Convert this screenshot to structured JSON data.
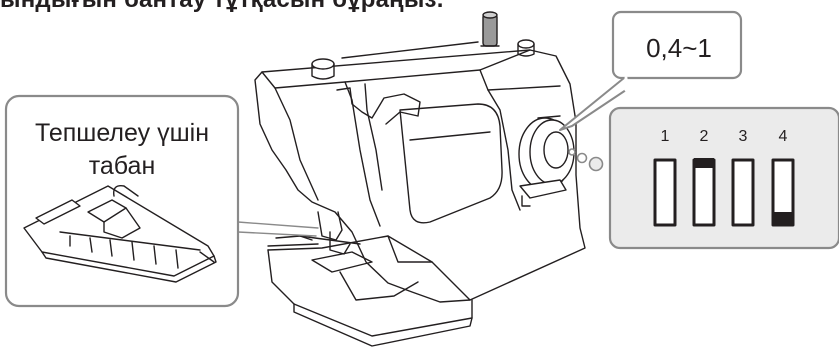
{
  "heading": "ындығын бантау тұтқасын бұраңыз.",
  "foot_callout": {
    "line1": "Тепшелеу үшін",
    "line2": "табан"
  },
  "value_callout": "0,4~1",
  "dial_panel": {
    "numbers": [
      "1",
      "2",
      "3",
      "4"
    ],
    "panel_color": "#ebebeb"
  }
}
